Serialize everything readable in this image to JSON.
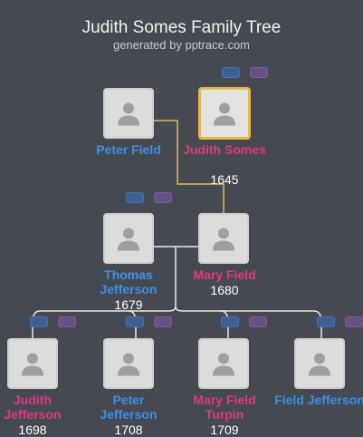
{
  "header": {
    "title": "Judith Somes Family Tree",
    "subtitle": "generated by pptrace.com"
  },
  "people": {
    "peter_field": {
      "name": "Peter Field",
      "year": "",
      "gender": "male"
    },
    "judith_somes": {
      "name": "Judith Somes",
      "year": "1645",
      "gender": "female"
    },
    "thomas_jefferson": {
      "name": "Thomas Jefferson",
      "year": "1679",
      "gender": "male"
    },
    "mary_field": {
      "name": "Mary Field",
      "year": "1680",
      "gender": "female"
    },
    "judith_jefferson": {
      "name": "Judith Jefferson",
      "year": "1698",
      "gender": "female"
    },
    "peter_jefferson": {
      "name": "Peter Jefferson",
      "year": "1708",
      "gender": "male"
    },
    "mary_field_turpin": {
      "name": "Mary Field Turpin",
      "year": "1709",
      "gender": "female"
    },
    "field_jefferson": {
      "name": "Field Jefferson",
      "year": "",
      "gender": "male"
    }
  },
  "colors": {
    "background": "#454a52",
    "male": "#3f8ee6",
    "female": "#e0397f",
    "highlight": "#e6b84a",
    "connector": "#e8e8e8"
  }
}
